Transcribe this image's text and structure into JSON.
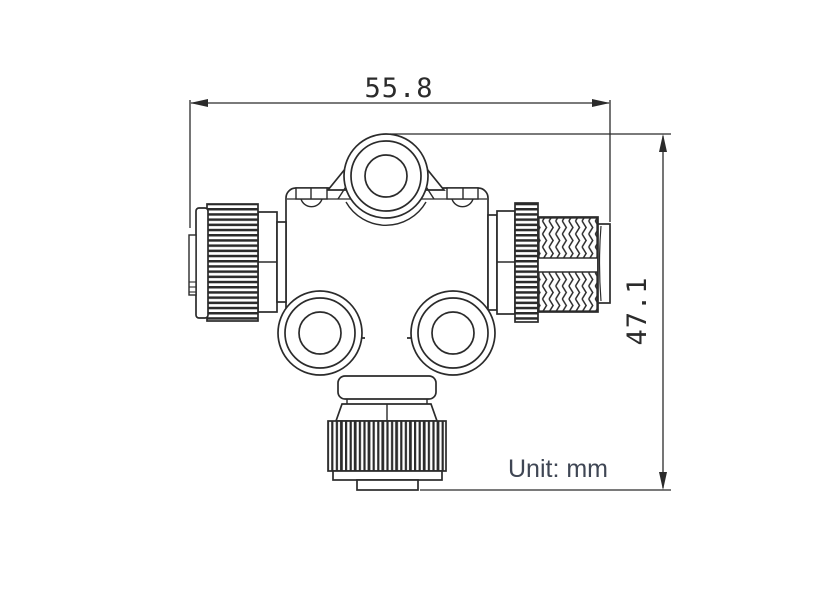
{
  "drawing": {
    "background_color": "#ffffff",
    "line_color": "#2b2b2b",
    "dimensions": {
      "width_label": "55.8",
      "height_label": "47.1"
    },
    "unit_note": {
      "label": "Unit: mm",
      "color": "#3f4654"
    }
  }
}
